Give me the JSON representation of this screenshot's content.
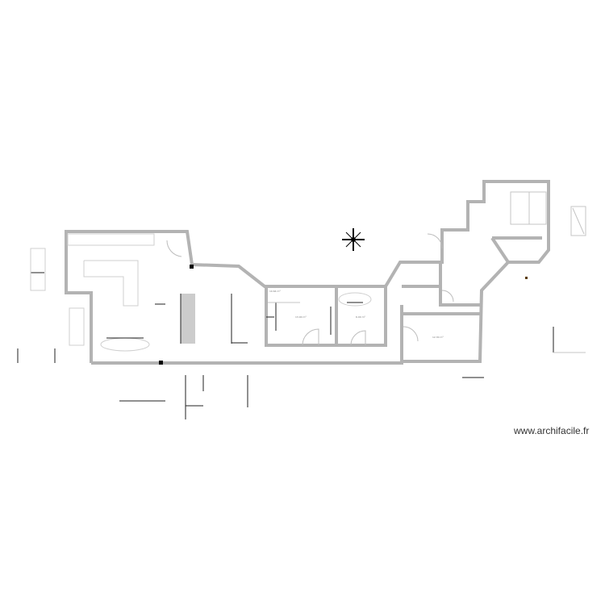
{
  "plan": {
    "watermark": "www.archifacile.fr",
    "room_labels": [
      "10.64 m²",
      "13.00 m²",
      "6.00 m²",
      "12.30 m²"
    ],
    "colors": {
      "wall": "#b3b3b3",
      "column": "#000000",
      "marker": "#5a3b00"
    },
    "icons": [
      "compass-rose-icon"
    ]
  }
}
